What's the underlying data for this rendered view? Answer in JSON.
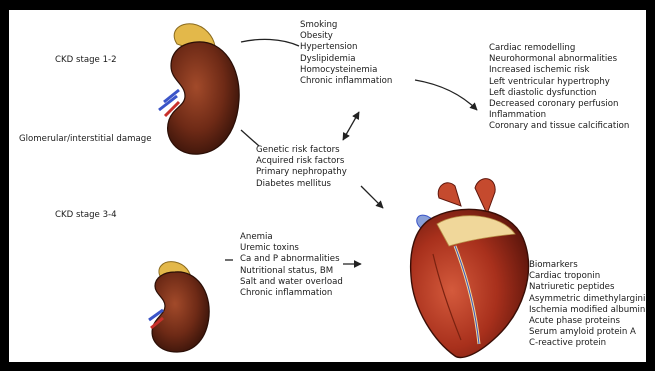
{
  "stages": {
    "ckd12": "CKD stage 1-2",
    "damage": "Glomerular/interstitial damage",
    "ckd34": "CKD stage 3-4"
  },
  "traditional_factors": [
    "Smoking",
    "Obesity",
    "Hypertension",
    "Dyslipidemia",
    "Homocysteinemia",
    "Chronic inflammation"
  ],
  "cardiac_effects": [
    "Cardiac remodelling",
    "Neurohormonal abnormalities",
    "Increased ischemic risk",
    "Left ventricular hypertrophy",
    "Left diastolic dysfunction",
    "Decreased coronary perfusion",
    "Inflammation",
    "Coronary and tissue calcification"
  ],
  "risk_factors": [
    "Genetic risk factors",
    "Acquired risk factors",
    "Primary nephropathy",
    "Diabetes mellitus"
  ],
  "uremic_factors": [
    "Anemia",
    "Uremic toxins",
    "Ca and P abnormalities",
    "Nutritional status, BM",
    "Salt and water overload",
    "Chronic inflammation"
  ],
  "biomarkers": [
    "Biomarkers",
    "Cardiac troponin",
    "Natriuretic peptides",
    "Asymmetric dimethylarginine",
    "Ischemia modified albumin",
    "Acute phase proteins",
    "Serum amyloid protein A",
    "C-reactive protein"
  ],
  "colors": {
    "frame": "#000000",
    "background": "#ffffff",
    "kidney": "#6e2a16",
    "adrenal": "#e3b84a",
    "heart": "#a8301c",
    "fat": "#f0d79a",
    "vessel_blue": "#3b55c8",
    "arrow": "#222222"
  },
  "icons": [
    "kidney-icon",
    "heart-icon"
  ]
}
